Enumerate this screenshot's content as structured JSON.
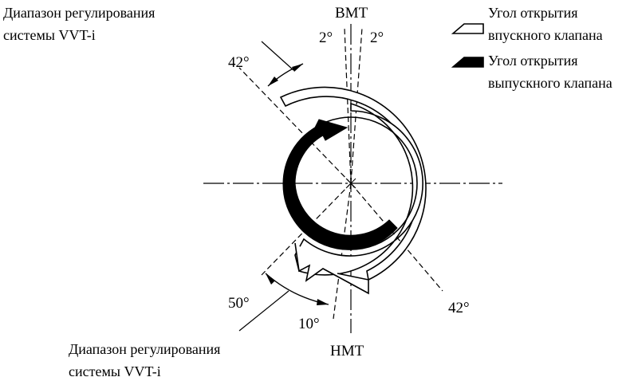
{
  "labels": {
    "tdc": "ВМТ",
    "bdc": "НМТ",
    "vvt_range_top_line1": "Диапазон регулирования",
    "vvt_range_top_line2": "системы VVT-i",
    "vvt_range_bottom_line1": "Диапазон регулирования",
    "vvt_range_bottom_line2": "системы VVT-i",
    "angle_tdc_left": "2°",
    "angle_tdc_right": "2°",
    "angle_intake_advance": "42°",
    "angle_exhaust_close": "42°",
    "angle_intake_retard": "50°",
    "angle_bdc": "10°"
  },
  "legend": {
    "intake_line1": "Угол открытия",
    "intake_line2": "впускного клапана",
    "exhaust_line1": "Угол открытия",
    "exhaust_line2": "выпускного клапана"
  },
  "colors": {
    "ink": "#000000",
    "paper": "#ffffff"
  }
}
